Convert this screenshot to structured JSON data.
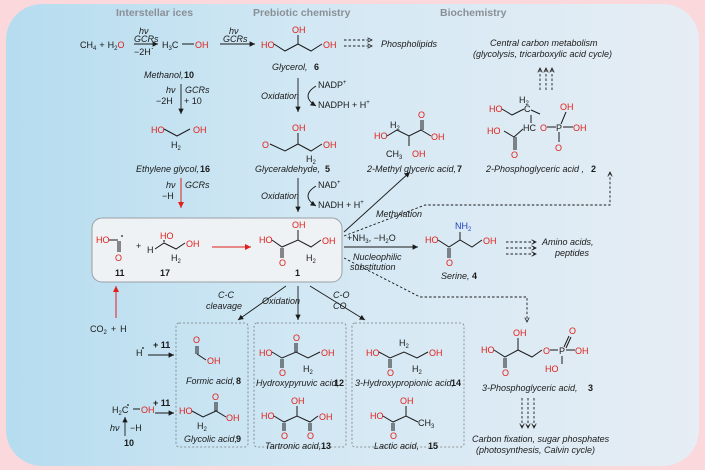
{
  "headers": {
    "ices": "Interstellar ices",
    "prebiotic": "Prebiotic chemistry",
    "bio": "Biochemistry"
  },
  "top_reaction": {
    "ch4": "CH",
    "ch4_sub": "4",
    "plus": "+",
    "h2o": "H",
    "h2o_sub": "2",
    "h2o_o": "O",
    "hv": "hν",
    "gcrs": "GCRs",
    "minus2h": "−2H",
    "dot": "·",
    "meth_c": "H",
    "meth_c_sub": "3",
    "meth_c2": "C",
    "meth_oh": "OH",
    "hv2": "hν",
    "gcrs2": "GCRs"
  },
  "labels": {
    "methanol": "Methanol,",
    "methanol_n": "10",
    "glycerol": "Glycerol,",
    "glycerol_n": "6",
    "glyceraldehyde": "Glyceraldehyde,",
    "glyceraldehyde_n": "5",
    "ethylene_glycol": "Ethylene glycol,",
    "ethylene_glycol_n": "16",
    "methyl_glyceric": "2-Methyl glyceric acid,",
    "methyl_glyceric_n": "7",
    "serine": "Serine,",
    "serine_n": "4",
    "pga2": "2-Phosphoglyceric acid ,",
    "pga2_n": "2",
    "pga3": "3-Phosphoglyceric acid,",
    "pga3_n": "3",
    "formic": "Formic acid,",
    "formic_n": "8",
    "glycolic": "Glycolic acid,",
    "glycolic_n": "9",
    "hydroxypyruvic": "Hydroxypyruvic acid,",
    "hydroxypyruvic_n": "12",
    "tartronic": "Tartronic acid,",
    "tartronic_n": "13",
    "hydroxypropionic": "3-Hydroxypropionic acid,",
    "hydroxypropionic_n": "14",
    "lactic": "Lactic acid,",
    "lactic_n": "15",
    "n11": "11",
    "n17": "17",
    "n1": "1",
    "n10": "10"
  },
  "reagents": {
    "oxidation": "Oxidation",
    "nadp": "NADP",
    "nadp_sup": "+",
    "nadph": "NADPH + H",
    "nadph_sup": "+",
    "nad": "NAD",
    "nad_sup": "+",
    "nadh": "NADH + H",
    "nadh_sup": "+",
    "hv": "hν",
    "gcrs": "GCRs",
    "minus2h": "−2H",
    "plus10": "+ 10",
    "minush": "−H",
    "methylation": "Methylation",
    "nh3": "+NH",
    "nh3_sub": "3",
    "minush2o": ", −H",
    "minush2o_sub": "2",
    "minush2o_o": "O",
    "nucleophilic": "Nucleophilic",
    "substitution": "substitution",
    "cc1": "C-C",
    "cc2": "cleavage",
    "co1": "C-O",
    "co2": "CO",
    "plus11": "+ 11",
    "plus11b": "+ 11",
    "h_dot": "H",
    "co2_sub": "2",
    "plus": "+",
    "h_dot2": "H"
  },
  "products": {
    "phospholipids": "Phospholipids",
    "central1": "Central carbon metabolism",
    "central2": "(glycolysis, tricarboxylic acid cycle)",
    "amino1": "Amino acids,",
    "amino2": "peptides",
    "carbon1": "Carbon fixation, sugar phosphates",
    "carbon2": "(photosynthesis, Calvin cycle)"
  },
  "atoms": {
    "ho": "HO",
    "oh": "OH",
    "o": "O",
    "h2": "H",
    "h2sub": "2",
    "ch3": "CH",
    "ch3sub": "3",
    "nh2": "NH",
    "nh2sub": "2",
    "p": "P",
    "h": "H",
    "c": "C",
    "hc": "HC"
  }
}
